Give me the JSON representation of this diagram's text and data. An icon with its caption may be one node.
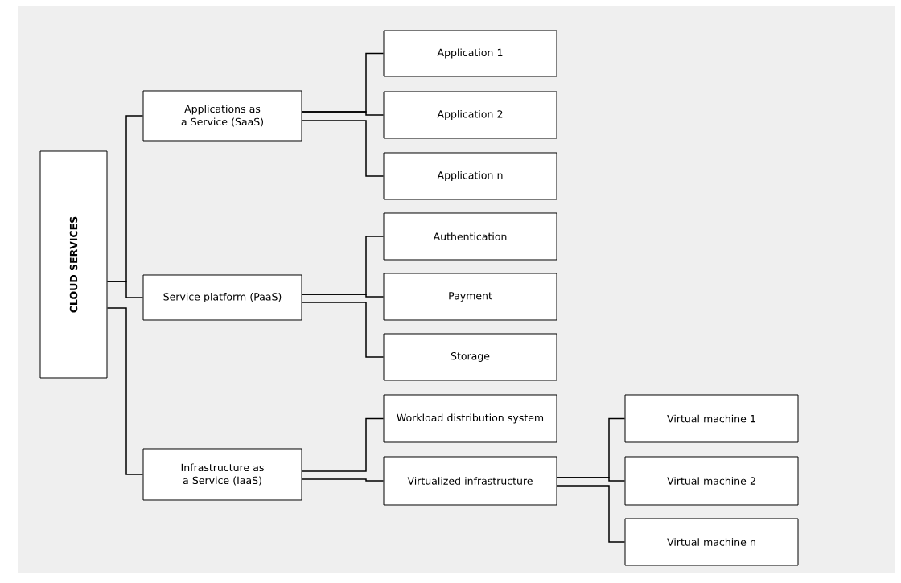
{
  "diagram": {
    "nodes": [
      {
        "text": [
          "CLOUD SERVICES"
        ]
      },
      {
        "text": [
          "Applications as a Service (SaaS)"
        ]
      },
      {
        "text": [
          "Service platform (PaaS)"
        ]
      },
      {
        "text": [
          "Infrastructure as a Service (IaaS)"
        ]
      },
      {
        "text": [
          "Application 1"
        ]
      },
      {
        "text": [
          "Application 2"
        ]
      },
      {
        "text": [
          "Application n"
        ]
      },
      {
        "text": [
          "Authentication"
        ]
      },
      {
        "text": [
          "Payment"
        ]
      },
      {
        "text": [
          "Storage"
        ]
      },
      {
        "text": [
          "Workload distribution system"
        ]
      },
      {
        "text": [
          "Virtualized infrastructure"
        ]
      },
      {
        "text": [
          "Virtual machine 1"
        ]
      },
      {
        "text": [
          "Virtual machine 2"
        ]
      },
      {
        "text": [
          "Virtual machine n"
        ]
      }
    ],
    "edges": [
      {
        "from": 0,
        "to": 1,
        "arrow": "none"
      },
      {
        "from": 0,
        "to": 2,
        "arrow": "none"
      },
      {
        "from": 0,
        "to": 3,
        "arrow": "none"
      },
      {
        "from": 1,
        "to": 4,
        "arrow": "none"
      },
      {
        "from": 1,
        "to": 5,
        "arrow": "none"
      },
      {
        "from": 1,
        "to": 6,
        "arrow": "none"
      },
      {
        "from": 2,
        "to": 7,
        "arrow": "none"
      },
      {
        "from": 2,
        "to": 8,
        "arrow": "none"
      },
      {
        "from": 2,
        "to": 9,
        "arrow": "none"
      },
      {
        "from": 3,
        "to": 10,
        "arrow": "none"
      },
      {
        "from": 3,
        "to": 11,
        "arrow": "none"
      },
      {
        "from": 11,
        "to": 12,
        "arrow": "none"
      },
      {
        "from": 11,
        "to": 13,
        "arrow": "none"
      },
      {
        "from": 11,
        "to": 14,
        "arrow": "none"
      }
    ]
  }
}
